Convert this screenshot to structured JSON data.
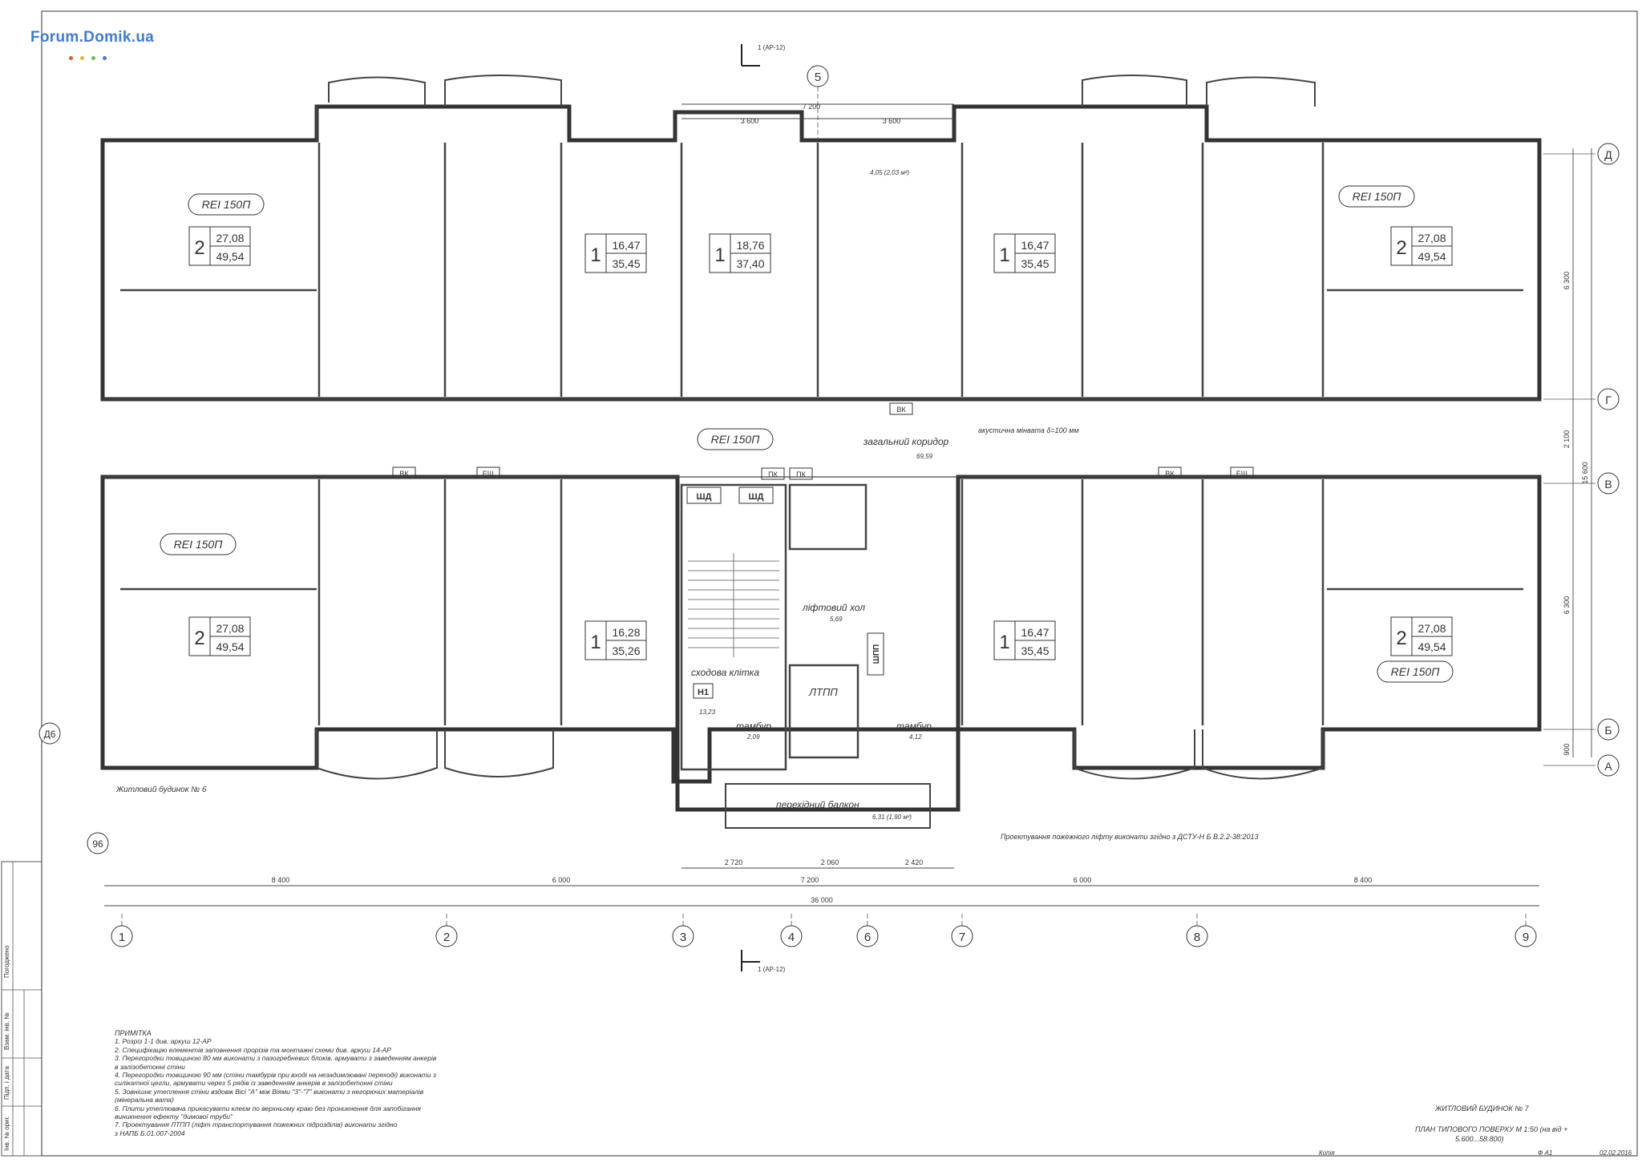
{
  "watermark": {
    "text": "Forum.Domik.ua",
    "dot_colors": [
      "#e8562b",
      "#f2b21d",
      "#6cc04a",
      "#3b7dd8"
    ]
  },
  "section_marks": {
    "top": "1 (АР-12)",
    "bottom": "1 (АР-12)"
  },
  "axes": {
    "columns": [
      "1",
      "2",
      "3",
      "4",
      "5",
      "6",
      "7",
      "8",
      "9"
    ],
    "rows": [
      "Д",
      "Г",
      "В",
      "Б",
      "А"
    ],
    "extra": [
      "Д6",
      "96"
    ]
  },
  "dimensions": {
    "top_total": "7 200",
    "top_parts": [
      "3 600",
      "3 600"
    ],
    "bottom_mid": [
      "2 720",
      "2 060",
      "2 420"
    ],
    "bottom_spans": [
      "8 400",
      "6 000",
      "7 200",
      "6 000",
      "8 400"
    ],
    "bottom_total": "36 000",
    "right_parts": [
      "6 300",
      "2 100",
      "6 300",
      "900"
    ],
    "right_total": "15 600"
  },
  "fire_labels": [
    "REI 150П",
    "REI 150П",
    "REI 150П",
    "REI 150П",
    "REI 150П"
  ],
  "apartments": [
    {
      "rooms": "2",
      "living": "27,08",
      "total": "49,54"
    },
    {
      "rooms": "1",
      "living": "16,47",
      "total": "35,45"
    },
    {
      "rooms": "1",
      "living": "18,76",
      "total": "37,40"
    },
    {
      "rooms": "1",
      "living": "16,47",
      "total": "35,45"
    },
    {
      "rooms": "2",
      "living": "27,08",
      "total": "49,54"
    },
    {
      "rooms": "2",
      "living": "27,08",
      "total": "49,54"
    },
    {
      "rooms": "1",
      "living": "16,28",
      "total": "35,26"
    },
    {
      "rooms": "1",
      "living": "16,47",
      "total": "35,45"
    },
    {
      "rooms": "2",
      "living": "27,08",
      "total": "49,54"
    }
  ],
  "room_labels": {
    "corridor": "загальний коридор",
    "corridor_area": "69,59",
    "acoustic": "акустична мінвата δ=100 мм",
    "stair": "сходова клітка",
    "lift_hall": "ліфтовий хол",
    "lift_hall_area": "5,69",
    "ltpp": "ЛТПП",
    "tambur1": "тамбур",
    "tambur1_area": "2,09",
    "tambur2": "тамбур",
    "tambur2_area": "4,12",
    "balcony": "перехідний балкон",
    "balcony_area": "6,31 (1,90 м²)",
    "shd": "ШД",
    "shp": "ШПП",
    "vk": "ВК",
    "esh": "ЕЩ",
    "pk": "ПК",
    "n1": "Н1",
    "n1_area": "13,23",
    "shaft": "4,05 (2,03 м²)",
    "neighbor": "Житловий будинок № 6",
    "fire_lift": "Проектування пожежного ліфту виконати згідно з ДСТУ-Н Б В.2.2-38:2013"
  },
  "notes": {
    "title": "ПРИМІТКА",
    "lines": [
      "1. Розріз 1-1 див. аркуш 12-АР",
      "2. Специфікацію елементів заповнення прорізів та монтажні схеми див. аркуш 14-АР",
      "3. Перегородки товщиною 80 мм виконати з пазогребневих блоків, армувати з заведенням анкерів",
      "   в залізобетонні стіни",
      "4. Перегородки товщиною 90 мм (стіни тамбурів при вході на незадимлювані переході) виконати з",
      "   силікатної цегли, армувати через 5 рядів із заведенням анкерів в залізобетонні стіни",
      "5. Зовнішнє утеплення стіни вздовж Вісі \"А\" між Віями \"3\"-\"7\" виконати з негорючих матеріалів",
      "   (мінеральна вата)",
      "6. Плити утеплювача прикасувати клеєм по верхньому краю без проникнення для запобігання",
      "   виникнення ефекту \"димової труби\"",
      "7. Проектування ЛТПП (ліфт транспортування пожежних підрозділів) виконати згідно",
      "   з НАПБ Б.01.007-2004"
    ]
  },
  "stamp": {
    "building": "ЖИТЛОВИЙ БУДИНОК № 7",
    "plan": "ПЛАН ТИПОВОГО ПОВЕРХУ М 1:50 (на від +",
    "levels": "5.600...58.800)",
    "copy": "Копія",
    "format": "Ф А1",
    "date": "02.02.2016"
  },
  "side_table": [
    "Погоджено",
    "Взам. інв. №",
    "Підп. і дата",
    "Інв. № ориг."
  ]
}
